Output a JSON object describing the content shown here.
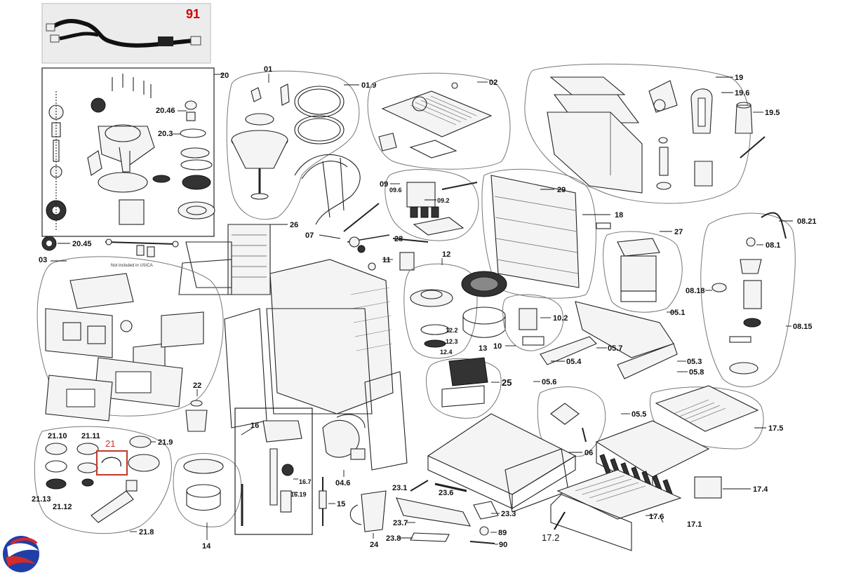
{
  "diagram": {
    "callouts": [
      {
        "id": "91",
        "text": "91",
        "style": "red-bold"
      },
      {
        "id": "20",
        "text": "20"
      },
      {
        "id": "20.46",
        "text": "20.46"
      },
      {
        "id": "20.3",
        "text": "20.3"
      },
      {
        "id": "20.45",
        "text": "20.45"
      },
      {
        "id": "01",
        "text": "01"
      },
      {
        "id": "01.9",
        "text": "01.9"
      },
      {
        "id": "02",
        "text": "02"
      },
      {
        "id": "19",
        "text": "19"
      },
      {
        "id": "19.6",
        "text": "19.6"
      },
      {
        "id": "19.5",
        "text": "19.5"
      },
      {
        "id": "09",
        "text": "09"
      },
      {
        "id": "09.6",
        "text": "09.6"
      },
      {
        "id": "09.2",
        "text": "09.2"
      },
      {
        "id": "29",
        "text": "29"
      },
      {
        "id": "18",
        "text": "18"
      },
      {
        "id": "26",
        "text": "26"
      },
      {
        "id": "07",
        "text": "07"
      },
      {
        "id": "28",
        "text": "28"
      },
      {
        "id": "11",
        "text": "11"
      },
      {
        "id": "12",
        "text": "12"
      },
      {
        "id": "27",
        "text": "27"
      },
      {
        "id": "08.21",
        "text": "08.21"
      },
      {
        "id": "08.1",
        "text": "08.1"
      },
      {
        "id": "08.18",
        "text": "08.18"
      },
      {
        "id": "08.15",
        "text": "08.15"
      },
      {
        "id": "03",
        "text": "03"
      },
      {
        "id": "12.2",
        "text": "12.2"
      },
      {
        "id": "12.3",
        "text": "12.3"
      },
      {
        "id": "12.4",
        "text": "12.4"
      },
      {
        "id": "13",
        "text": "13"
      },
      {
        "id": "10",
        "text": "10"
      },
      {
        "id": "10.2",
        "text": "10.2"
      },
      {
        "id": "05.1",
        "text": "05.1"
      },
      {
        "id": "05.7",
        "text": "05.7"
      },
      {
        "id": "05.4",
        "text": "05.4"
      },
      {
        "id": "05.3",
        "text": "05.3"
      },
      {
        "id": "05.8",
        "text": "05.8"
      },
      {
        "id": "05.6",
        "text": "05.6"
      },
      {
        "id": "05.5",
        "text": "05.5"
      },
      {
        "id": "25",
        "text": "25"
      },
      {
        "id": "22",
        "text": "22"
      },
      {
        "id": "21",
        "text": "21",
        "style": "red-plain"
      },
      {
        "id": "21.10",
        "text": "21.10"
      },
      {
        "id": "21.11",
        "text": "21.11"
      },
      {
        "id": "21.9",
        "text": "21.9"
      },
      {
        "id": "21.13",
        "text": "21.13"
      },
      {
        "id": "21.12",
        "text": "21.12"
      },
      {
        "id": "21.8",
        "text": "21.8"
      },
      {
        "id": "16",
        "text": "16"
      },
      {
        "id": "16.7",
        "text": "16.7"
      },
      {
        "id": "16.19",
        "text": "16.19"
      },
      {
        "id": "15",
        "text": "15"
      },
      {
        "id": "14",
        "text": "14"
      },
      {
        "id": "04.6",
        "text": "04.6"
      },
      {
        "id": "06",
        "text": "06"
      },
      {
        "id": "17.5",
        "text": "17.5"
      },
      {
        "id": "17.4",
        "text": "17.4"
      },
      {
        "id": "17.6",
        "text": "17.6"
      },
      {
        "id": "17.1",
        "text": "17.1"
      },
      {
        "id": "17.2",
        "text": "17.2",
        "style": "plain"
      },
      {
        "id": "23.1",
        "text": "23.1"
      },
      {
        "id": "23.6",
        "text": "23.6"
      },
      {
        "id": "23.3",
        "text": "23.3"
      },
      {
        "id": "23.7",
        "text": "23.7"
      },
      {
        "id": "23.8",
        "text": "23.8"
      },
      {
        "id": "89",
        "text": "89"
      },
      {
        "id": "90",
        "text": "90"
      },
      {
        "id": "24",
        "text": "24"
      }
    ],
    "notes": {
      "not_included": "Not included in US/CA"
    },
    "colors": {
      "callout_red": "#d40000",
      "highlight_box": "#c0392b",
      "logo_blue": "#1f3fa8",
      "logo_red": "#d42a2a"
    }
  }
}
